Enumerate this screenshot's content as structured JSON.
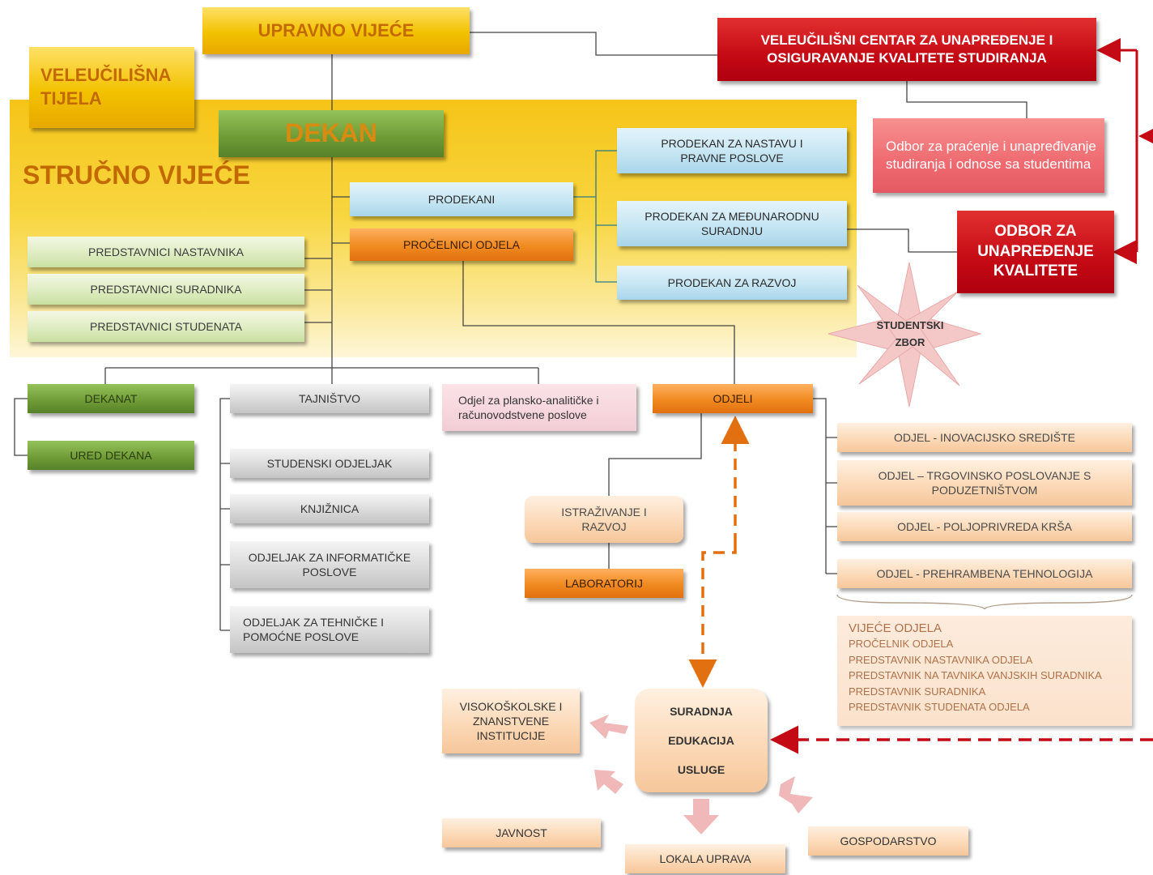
{
  "top": {
    "upravno_vijece": "UPRAVNO VIJEĆE",
    "veleucilisna_tijela": "VELEUČILIŠNA TIJELA",
    "centar": "VELEUČILIŠNI CENTAR ZA UNAPREĐENJE I OSIGURAVANJE KVALITETE STUDIRANJA",
    "odbor_pracenje": "Odbor  za praćenje i unapređivanje studiranja i odnose sa studentima",
    "odbor_kvalitete": "ODBOR ZA UNAPREĐENJE KVALITETE"
  },
  "strucno": {
    "title": "STRUČNO VIJEĆE",
    "dekan": "DEKAN",
    "prodekani": "PRODEKANI",
    "procelnici": "PROČELNICI ODJELA",
    "predstavnici_nastavnika": "PREDSTAVNICI NASTAVNIKA",
    "predstavnici_suradnika": "PREDSTAVNICI SURADNIKA",
    "predstavnici_studenata": "PREDSTAVNICI STUDENATA",
    "prodekan_nastava": "PRODEKAN ZA NASTAVU I PRAVNE POSLOVE",
    "prodekan_medunarodna": "PRODEKAN ZA MEĐUNARODNU SURADNJU",
    "prodekan_razvoj": "PRODEKAN ZA RAZVOJ",
    "studentski_zbor": "STUDENTSKI ZBOR"
  },
  "units": {
    "dekanat": "DEKANAT",
    "ured_dekana": "URED DEKANA",
    "tajnistvo": "TAJNIŠTVO",
    "studenski_odjeljak": "STUDENSKI ODJELJAK",
    "knjiznica": "KNJIŽNICA",
    "informaticki": "ODJELJAK ZA INFORMATIČKE POSLOVE",
    "tehnicki": "ODJELJAK ZA TEHNIČKE I POMOĆNE POSLOVE",
    "plansko": "Odjel za plansko-analitičke i računovodstvene  poslove",
    "odjeli": "ODJELI",
    "istrazivanje": "ISTRAŽIVANJE I RAZVOJ",
    "laboratorij": "LABORATORIJ"
  },
  "departments": [
    "ODJEL - INOVACIJSKO SREDIŠTE",
    "ODJEL – TRGOVINSKO POSLOVANJE S PODUZETNIŠTVOM",
    "ODJEL - POLJOPRIVREDA KRŠA",
    "ODJEL - PREHRAMBENA TEHNOLOGIJA"
  ],
  "vijece_odjela": [
    "VIJEĆE ODJELA",
    "PROČELNIK ODJELA",
    "PREDSTAVNIK NASTAVNIKA ODJELA",
    "PREDSTAVNIK NA TAVNIKA VANJSKIH SURADNIKA",
    "PREDSTAVNIK SURADNIKA",
    "PREDSTAVNIK STUDENATA ODJELA"
  ],
  "hub": {
    "line1": "SURADNJA",
    "line2": "EDUKACIJA",
    "line3": "USLUGE"
  },
  "partners": {
    "visokoskolske": "VISOKOŠKOLSKE I ZNANSTVENE INSTITUCIJE",
    "javnost": "JAVNOST",
    "lokalna": "LOKALA UPRAVA",
    "gospodarstvo": "GOSPODARSTVO"
  },
  "colors": {
    "accent_red": "#c40a14",
    "orange": "#f08a20",
    "yellow": "#f2c200",
    "green": "#6e9a35",
    "blue": "#a8d5ea"
  }
}
